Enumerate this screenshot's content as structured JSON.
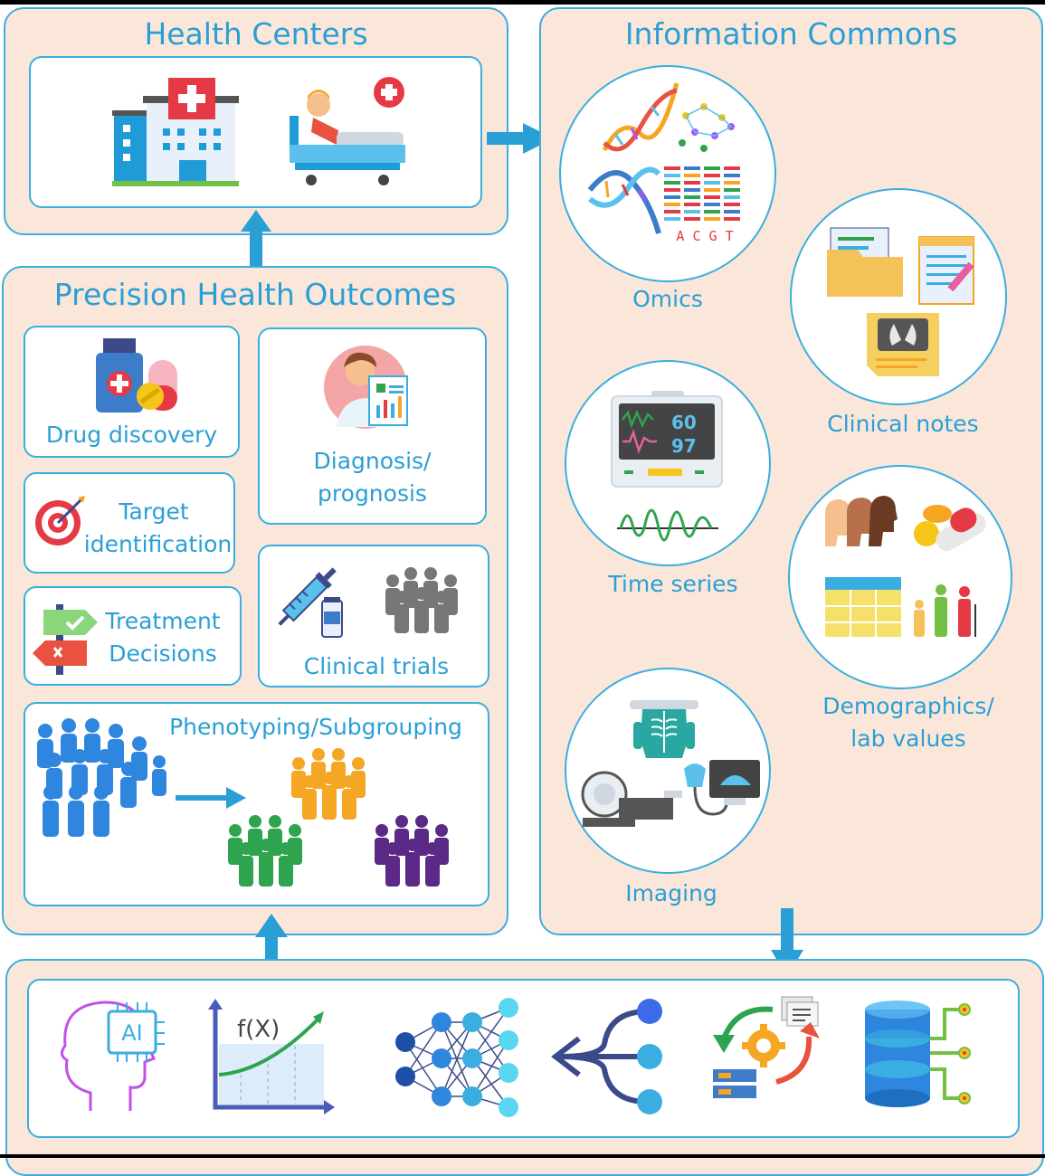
{
  "health_centers": {
    "title": "Health Centers",
    "icons": [
      "hospital-icon",
      "patient-bed-icon"
    ]
  },
  "precision": {
    "title": "Precision Health Outcomes",
    "drug_discovery": "Drug discovery",
    "diagnosis": [
      "Diagnosis/",
      "prognosis"
    ],
    "target": [
      "Target",
      "identification"
    ],
    "treatment": [
      "Treatment",
      "Decisions"
    ],
    "clinical_trials": "Clinical trials",
    "phenotyping": "Phenotyping/Subgrouping",
    "colors": {
      "population": "#2e86de",
      "group_orange": "#f5a623",
      "group_green": "#2ea44f",
      "group_purple": "#5b2a86"
    }
  },
  "commons": {
    "title": "Information Commons",
    "omics": "Omics",
    "omics_letters": "A C G T",
    "monitor_top": "60",
    "monitor_bottom": "97",
    "clinical_notes": "Clinical notes",
    "time_series": "Time series",
    "demographics": [
      "Demographics/",
      "lab values"
    ],
    "imaging": "Imaging"
  },
  "methods": {
    "icons": [
      "ai-head-icon",
      "function-curve-icon",
      "neural-network-icon",
      "decision-tree-icon",
      "data-processing-icon",
      "database-icon"
    ],
    "ai_text": "AI",
    "fx_text": "f(X)"
  },
  "colors": {
    "border": "#3aaee0",
    "panel_bg": "#fbe7da",
    "text": "#2a9fd6",
    "arrow": "#2a9fd6"
  }
}
